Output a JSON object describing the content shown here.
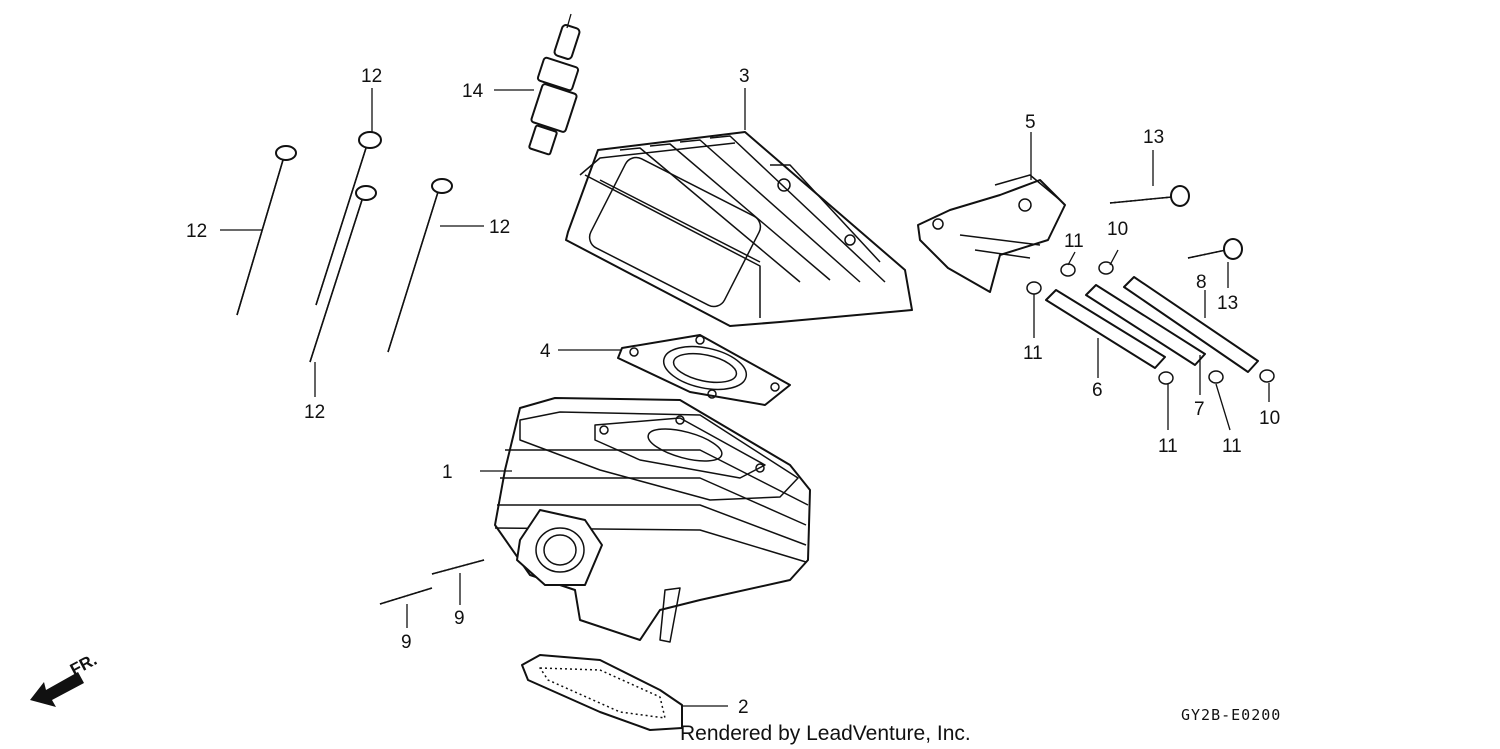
{
  "callouts": {
    "c1": "1",
    "c2": "2",
    "c3": "3",
    "c4": "4",
    "c5": "5",
    "c6": "6",
    "c7": "7",
    "c8": "8",
    "c9a": "9",
    "c9b": "9",
    "c10a": "10",
    "c10b": "10",
    "c11a": "11",
    "c11b": "11",
    "c11c": "11",
    "c11d": "11",
    "c12a": "12",
    "c12b": "12",
    "c12c": "12",
    "c12d": "12",
    "c13a": "13",
    "c13b": "13",
    "c14": "14"
  },
  "direction_label": "FR.",
  "diagram_code": "GY2B-E0200",
  "credit": "Rendered by LeadVenture, Inc."
}
